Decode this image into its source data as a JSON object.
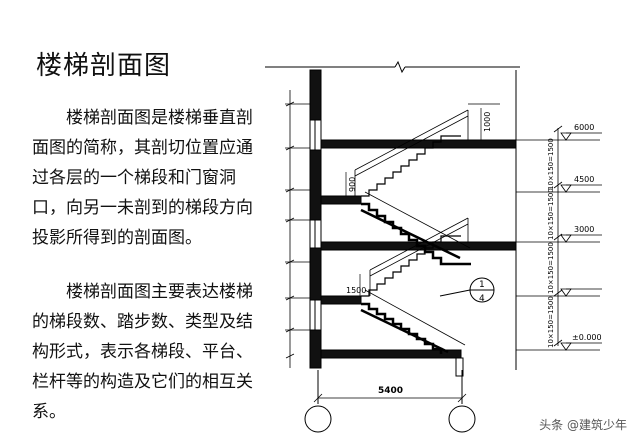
{
  "title": "楼梯剖面图",
  "paragraphs": [
    "楼梯剖面图是楼梯垂直剖面图的简称，其剖切位置应通过各层的一个梯段和门窗洞口，向另一未剖到的梯段方向投影所得到的剖面图。",
    "楼梯剖面图主要表达楼梯的梯段数、踏步数、类型及结构形式，表示各梯段、平台、栏杆等的构造及它们的相互关系。"
  ],
  "drawing": {
    "elevations": [
      "6000",
      "4500",
      "3000",
      "±0.000"
    ],
    "flight_dimensions": [
      "10×150=1500",
      "10×150=1500",
      "10×150=1500",
      "10×150=1500"
    ],
    "railing_heights": [
      "1000",
      "900",
      "1500"
    ],
    "overall_width": "5400",
    "detail_callout": {
      "numerator": "1",
      "denominator": "4"
    }
  },
  "watermark": "头条 @建筑少年"
}
